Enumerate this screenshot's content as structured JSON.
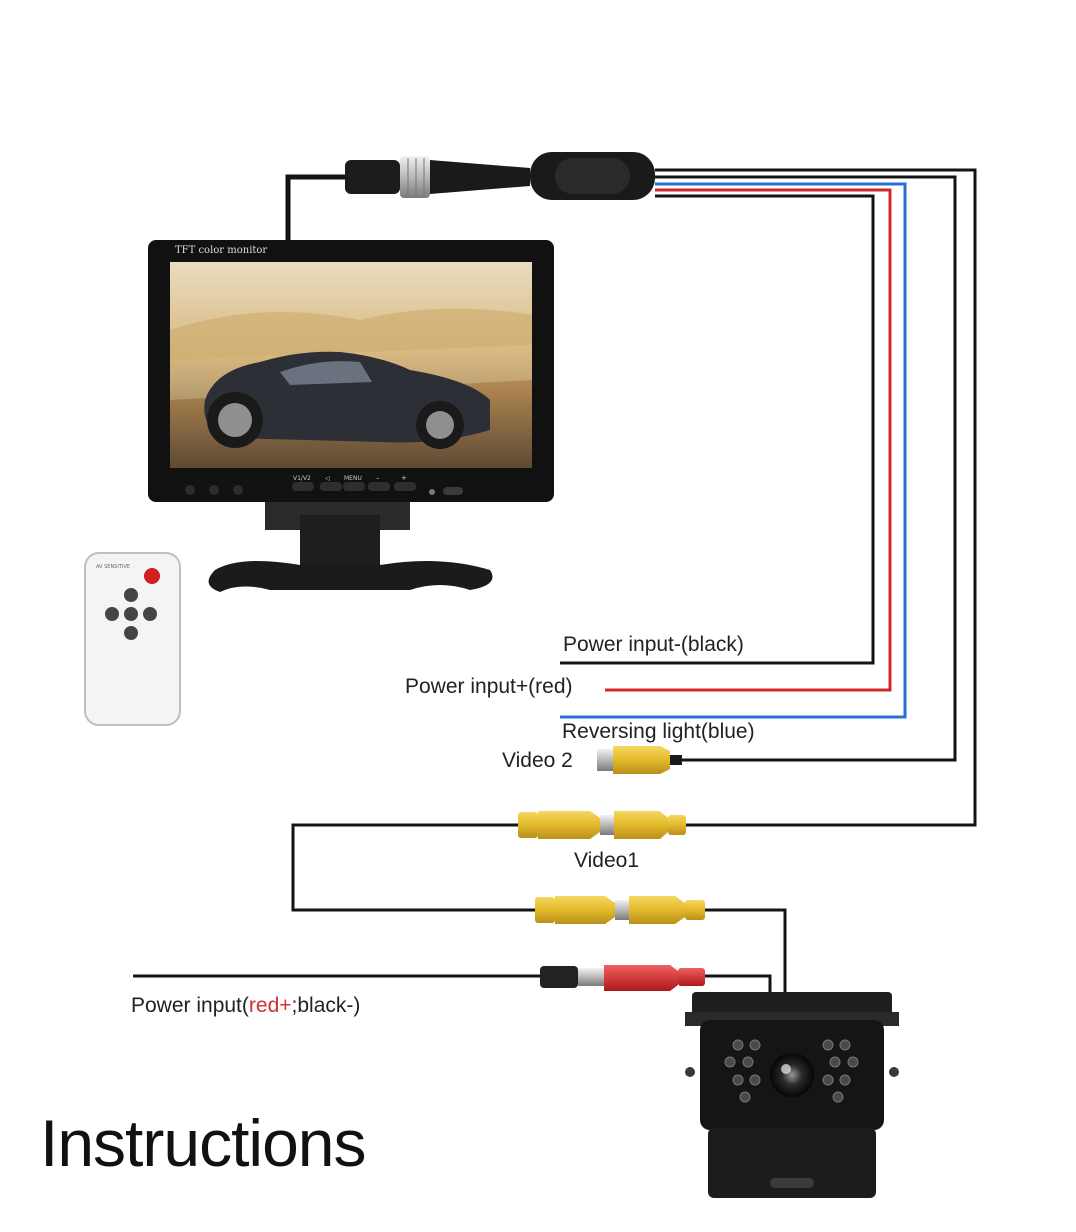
{
  "monitor": {
    "brand_text": "TFT color monitor",
    "button_labels": [
      "V1/V2",
      "◁",
      "MENU",
      "–",
      "+"
    ]
  },
  "remote": {
    "top_text": "AV SENSITIVE"
  },
  "labels": {
    "power_minus": "Power input-(black)",
    "power_plus": "Power input+(red)",
    "reversing": "Reversing light(blue)",
    "video2": "Video 2",
    "video1": "Video1",
    "power_input_prefix": "Power input(",
    "power_input_red": "red+",
    "power_input_suffix": ";black-)"
  },
  "title": "Instructions",
  "colors": {
    "wire_black": "#141414",
    "wire_red": "#d02828",
    "wire_blue": "#2a6fd6",
    "rca_yellow": "#e8c43a",
    "body_black": "#1a1a1a"
  }
}
